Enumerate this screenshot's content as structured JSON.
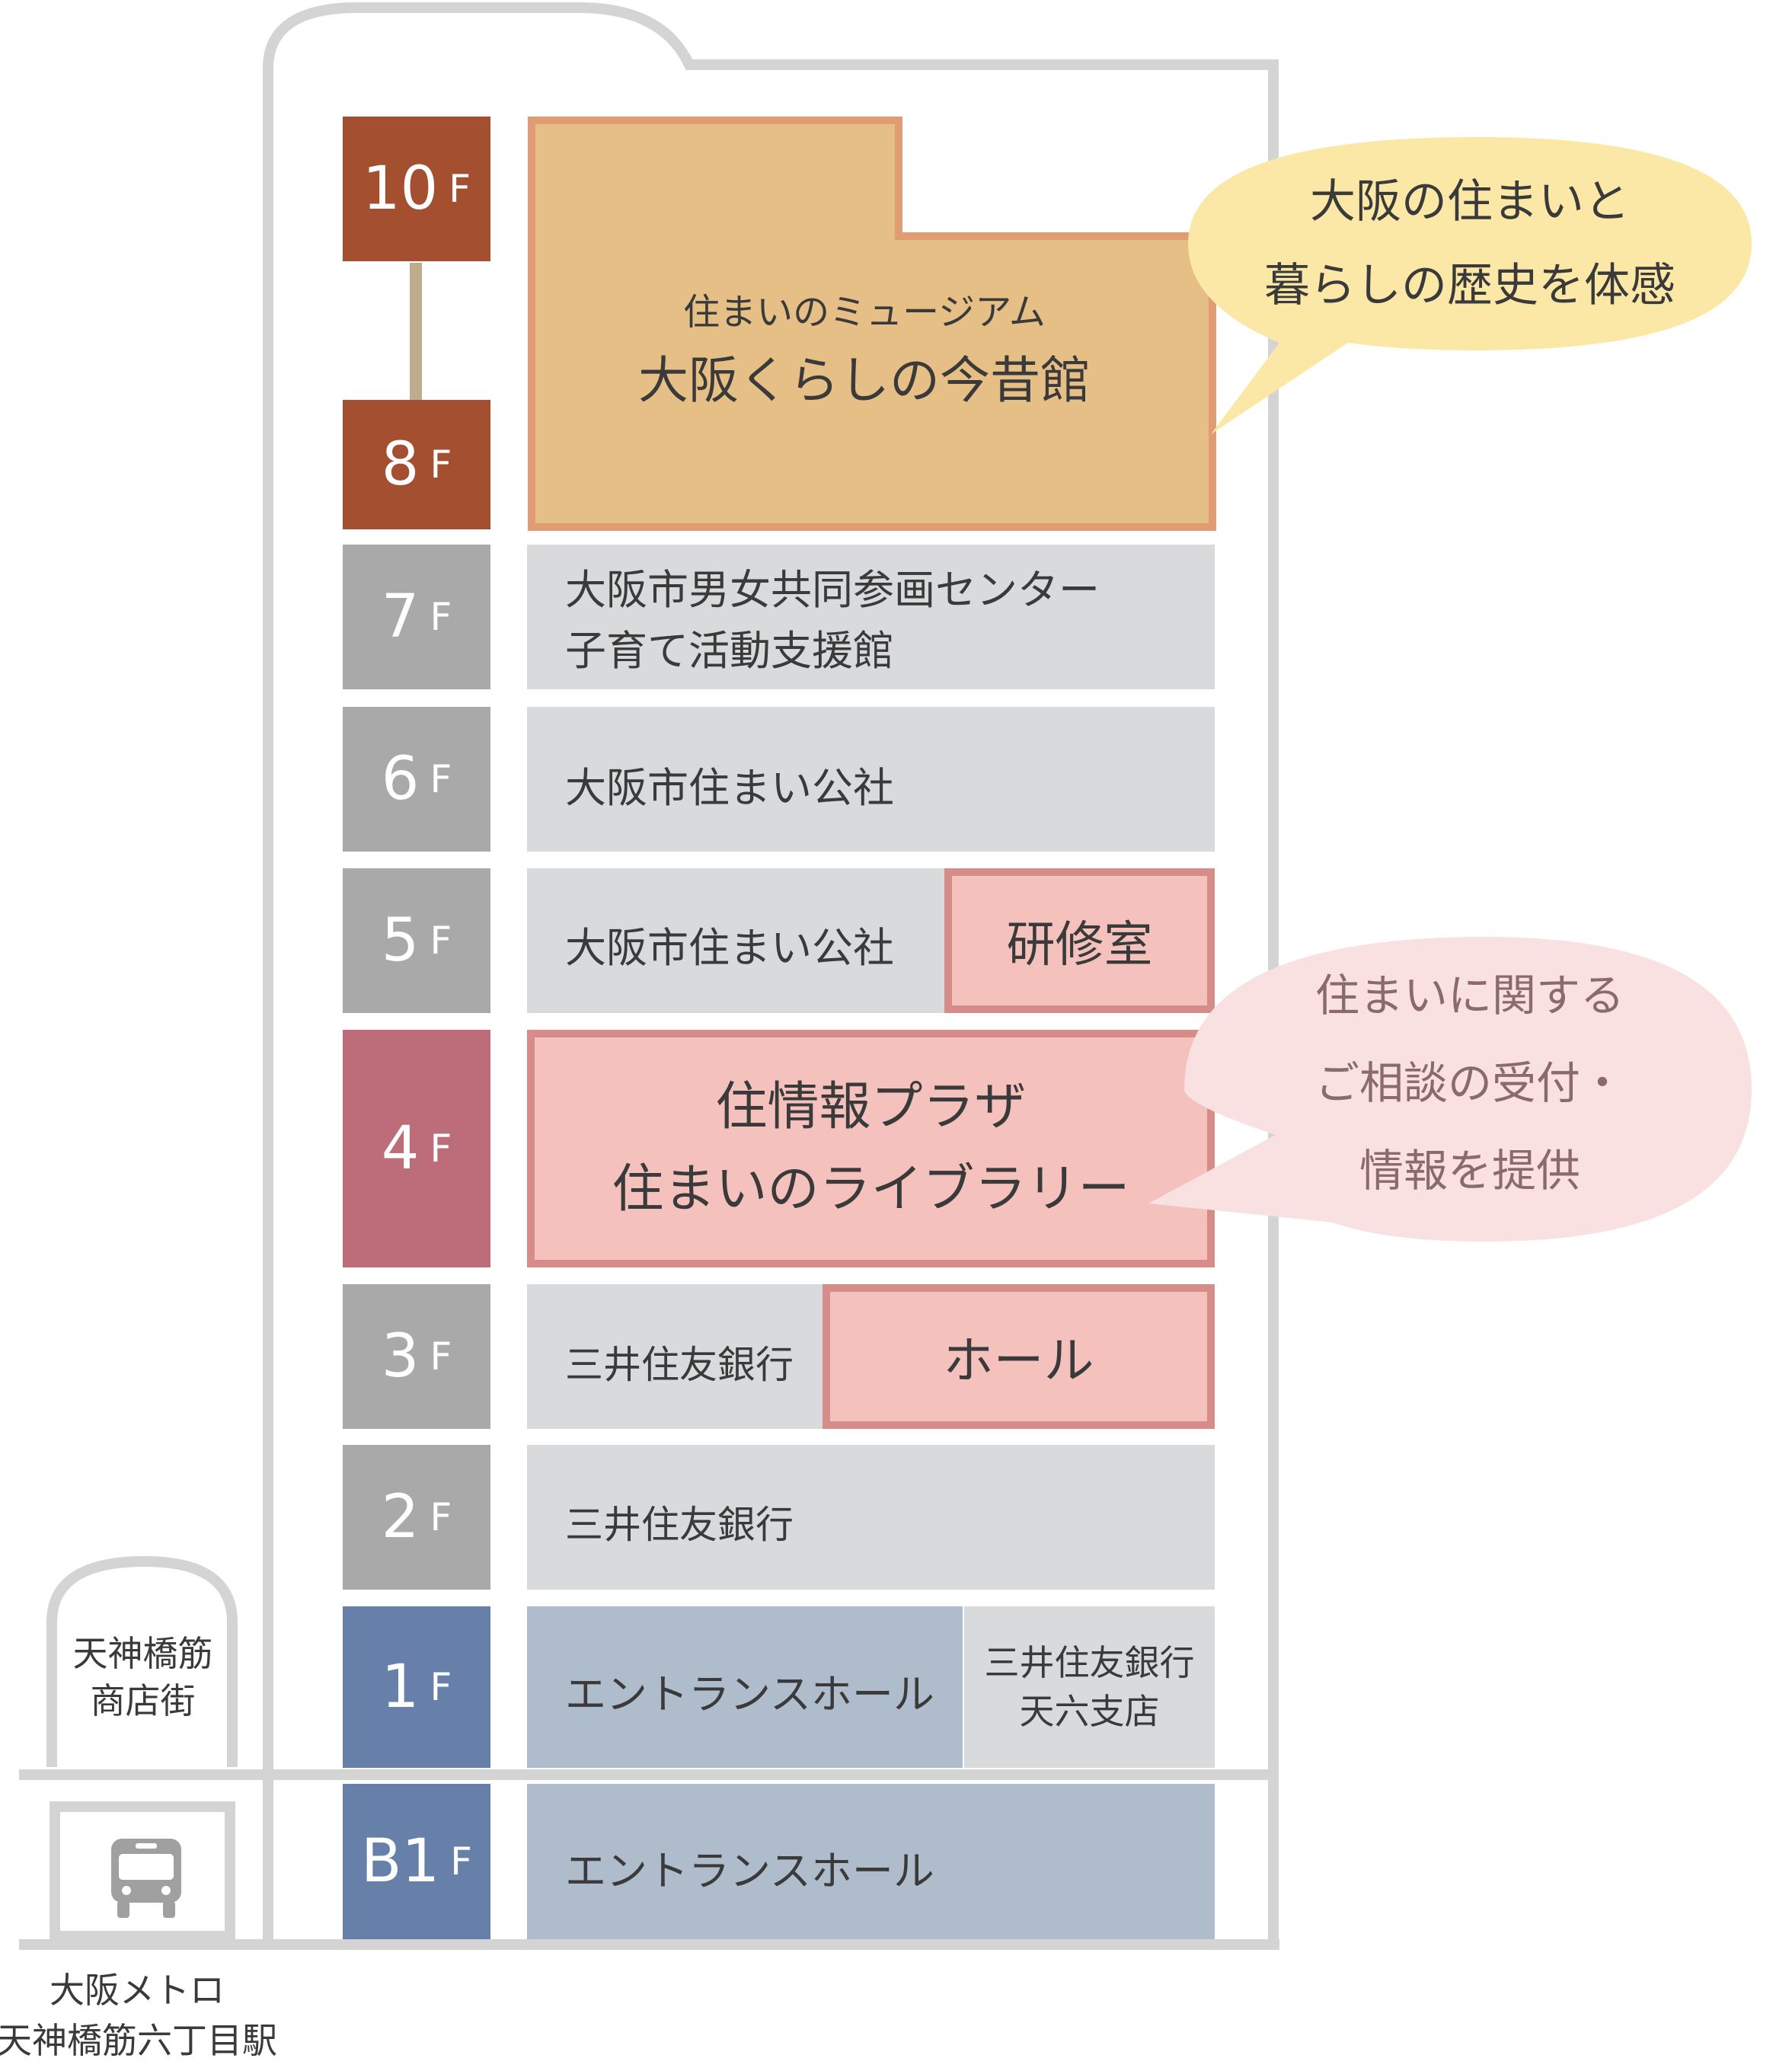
{
  "colors": {
    "floor_brown": "#a44f30",
    "floor_gray": "#a9a9a9",
    "floor_rose": "#bd6c7a",
    "floor_blue": "#6680aa",
    "room_gray": "#d9dadb",
    "room_tan": "#e5bf86",
    "room_tan_border": "#e19c73",
    "room_pink": "#f4c1bd",
    "room_pink_border": "#d68d8a",
    "room_blue": "#aebccb",
    "outline": "#d4d4d4",
    "bubble_yellow": "#fbe8a6",
    "bubble_pink": "#f9e0e1"
  },
  "floors": [
    {
      "num": "10",
      "unit": "F"
    },
    {
      "num": "8",
      "unit": "F"
    },
    {
      "num": "7",
      "unit": "F"
    },
    {
      "num": "6",
      "unit": "F"
    },
    {
      "num": "5",
      "unit": "F"
    },
    {
      "num": "4",
      "unit": "F"
    },
    {
      "num": "3",
      "unit": "F"
    },
    {
      "num": "2",
      "unit": "F"
    },
    {
      "num": "1",
      "unit": "F"
    },
    {
      "num": "B1",
      "unit": "F"
    }
  ],
  "rooms": {
    "museum_sub": "住まいのミュージアム",
    "museum_main": "大阪くらしの今昔館",
    "f7_line1": "大阪市男女共同参画センター",
    "f7_line2": "子育て活動支援館",
    "f6": "大阪市住まい公社",
    "f5": "大阪市住まい公社",
    "f5_training": "研修室",
    "f4_line1": "住情報プラザ",
    "f4_line2": "住まいのライブラリー",
    "f3": "三井住友銀行",
    "f3_hall": "ホール",
    "f2": "三井住友銀行",
    "f1_entrance": "エントランスホール",
    "f1_bank_line1": "三井住友銀行",
    "f1_bank_line2": "天六支店",
    "b1_entrance": "エントランスホール"
  },
  "bubbles": {
    "museum_line1": "大阪の住まいと",
    "museum_line2": "暮らしの歴史を体感",
    "plaza_line1": "住まいに関する",
    "plaza_line2": "ご相談の受付・",
    "plaza_line3": "情報を提供"
  },
  "surroundings": {
    "arcade_line1": "天神橋筋",
    "arcade_line2": "商店街",
    "station_line1": "大阪メトロ",
    "station_line2": "天神橋筋六丁目駅",
    "station_icon": "train-icon"
  }
}
